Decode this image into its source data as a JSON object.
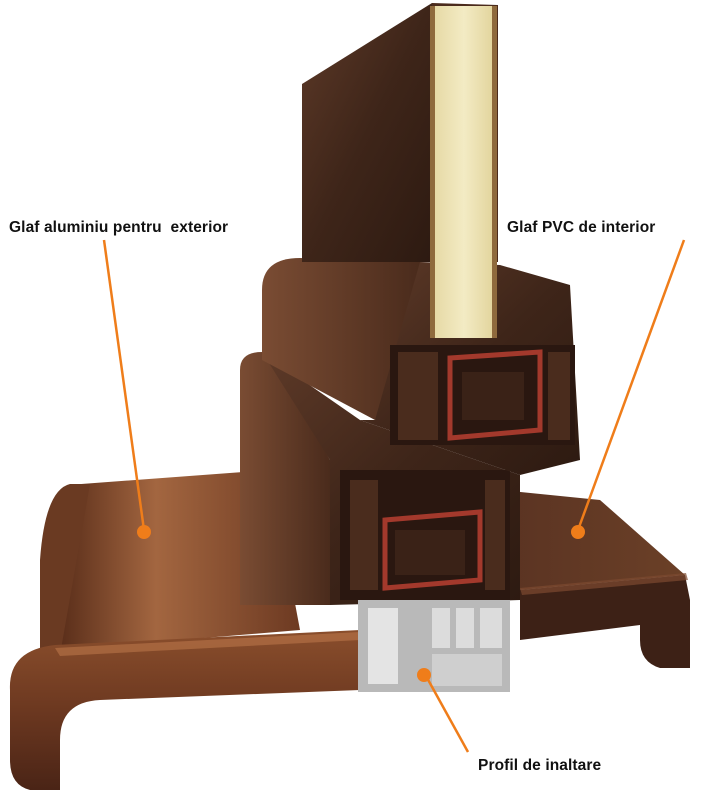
{
  "labels": {
    "exterior_sill": "Glaf aluminiu pentru  exterior",
    "interior_sill": "Glaf PVC de interior",
    "raising_profile": "Profil de inaltare"
  },
  "colors": {
    "leader": "#ef7d1a",
    "wood_dark": "#3b2418",
    "wood_mid": "#5a3726",
    "aluminium_brown": "#6a3a22",
    "foam_core": "#efe6b8",
    "steel_red": "#a3392c",
    "pvc_grey": "#c9c9c9"
  }
}
